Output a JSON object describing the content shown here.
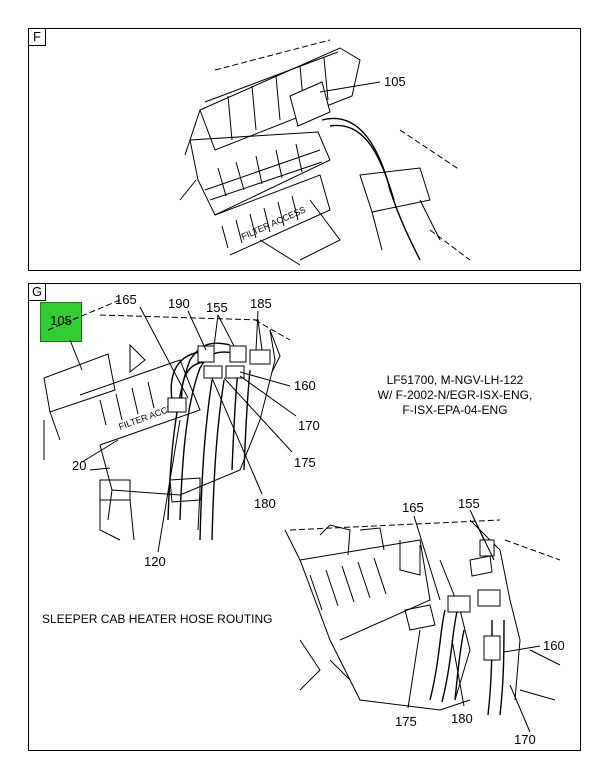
{
  "panel_f": {
    "letter": "F",
    "callouts": {
      "c105": "105"
    },
    "embossed_text": "FILTER ACCESS"
  },
  "panel_g": {
    "letter": "G",
    "highlight_callout": "105",
    "callouts": {
      "c165a": "165",
      "c190": "190",
      "c155a": "155",
      "c185": "185",
      "c160a": "160",
      "c170a": "170",
      "c175a": "175",
      "c180a": "180",
      "c20": "20",
      "c120": "120",
      "c165b": "165",
      "c155b": "155",
      "c160b": "160",
      "c175b": "175",
      "c180b": "180",
      "c170b": "170"
    },
    "note_lines": [
      "LF51700, M-NGV-LH-122",
      "W/ F-2002-N/EGR-ISX-ENG,",
      "F-ISX-EPA-04-ENG"
    ],
    "caption": "SLEEPER CAB HEATER HOSE ROUTING",
    "embossed_text": "FILTER ACCESS"
  }
}
